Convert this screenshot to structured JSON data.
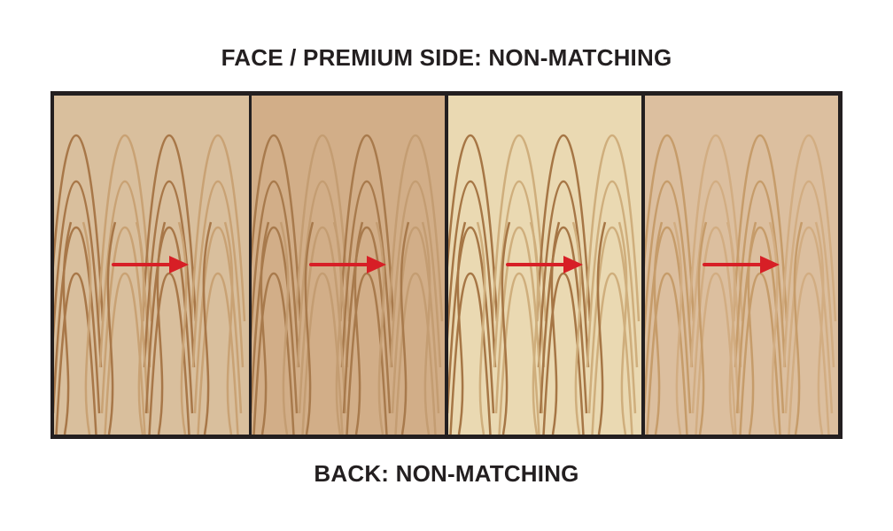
{
  "titles": {
    "top": "FACE / PREMIUM SIDE: NON-MATCHING",
    "bottom": "BACK: NON-MATCHING"
  },
  "colors": {
    "frame": "#231f20",
    "arrow": "#d71f26",
    "text": "#231f20"
  },
  "panels": [
    {
      "name": "veneer-panel-1",
      "bg": "#d9bf9d",
      "dark": "#a87748",
      "light": "#c9a274",
      "arrow": "grain-direction-arrow-right"
    },
    {
      "name": "veneer-panel-2",
      "bg": "#d2ae88",
      "dark": "#a87a4c",
      "light": "#c49d72",
      "arrow": "grain-direction-arrow-right"
    },
    {
      "name": "veneer-panel-3",
      "bg": "#ead9b2",
      "dark": "#a67645",
      "light": "#cfae7c",
      "arrow": "grain-direction-arrow-right"
    },
    {
      "name": "veneer-panel-4",
      "bg": "#dcbf9f",
      "dark": "#c69c6a",
      "light": "#d2ad82",
      "arrow": "grain-direction-arrow-right"
    }
  ]
}
